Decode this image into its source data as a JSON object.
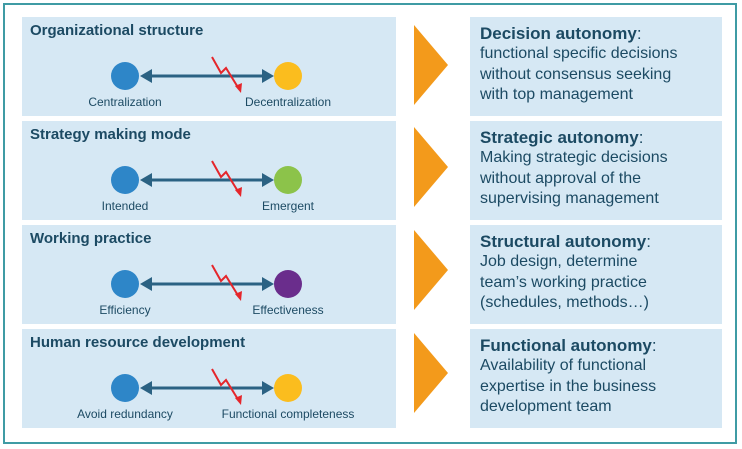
{
  "colors": {
    "frame": "#3f9ba4",
    "panel": "#d6e8f4",
    "text": "#1c4a63",
    "arrow": "#2b6283",
    "lightning": "#e5262b",
    "chevron": "#f39a1b",
    "blue_circle": "#2e86c8"
  },
  "rows": [
    {
      "title": "Organizational structure",
      "left_label": "Centralization",
      "right_label": "Decentralization",
      "left_color": "#2e86c8",
      "right_color": "#fbbd1e",
      "autonomy_title": "Decision autonomy",
      "autonomy_suffix": ":",
      "autonomy_lines": [
        "functional specific decisions",
        "without consensus seeking",
        "with top management"
      ]
    },
    {
      "title": "Strategy making mode",
      "left_label": "Intended",
      "right_label": "Emergent",
      "left_color": "#2e86c8",
      "right_color": "#8cc34a",
      "autonomy_title": "Strategic autonomy",
      "autonomy_suffix": ":",
      "autonomy_lines": [
        "Making strategic decisions",
        "without approval of the",
        "supervising management"
      ]
    },
    {
      "title": "Working practice",
      "left_label": "Efficiency",
      "right_label": "Effectiveness",
      "left_color": "#2e86c8",
      "right_color": "#6a2d8c",
      "autonomy_title": "Structural autonomy",
      "autonomy_suffix": ":",
      "autonomy_lines": [
        "Job design, determine",
        "team’s working practice",
        "(schedules, methods…)"
      ]
    },
    {
      "title": "Human resource development",
      "left_label": "Avoid redundancy",
      "right_label": "Functional completeness",
      "left_color": "#2e86c8",
      "right_color": "#fbbd1e",
      "autonomy_title": "Functional autonomy",
      "autonomy_suffix": ":",
      "autonomy_lines": [
        "Availability of functional",
        "expertise in the business",
        "development team"
      ]
    }
  ]
}
